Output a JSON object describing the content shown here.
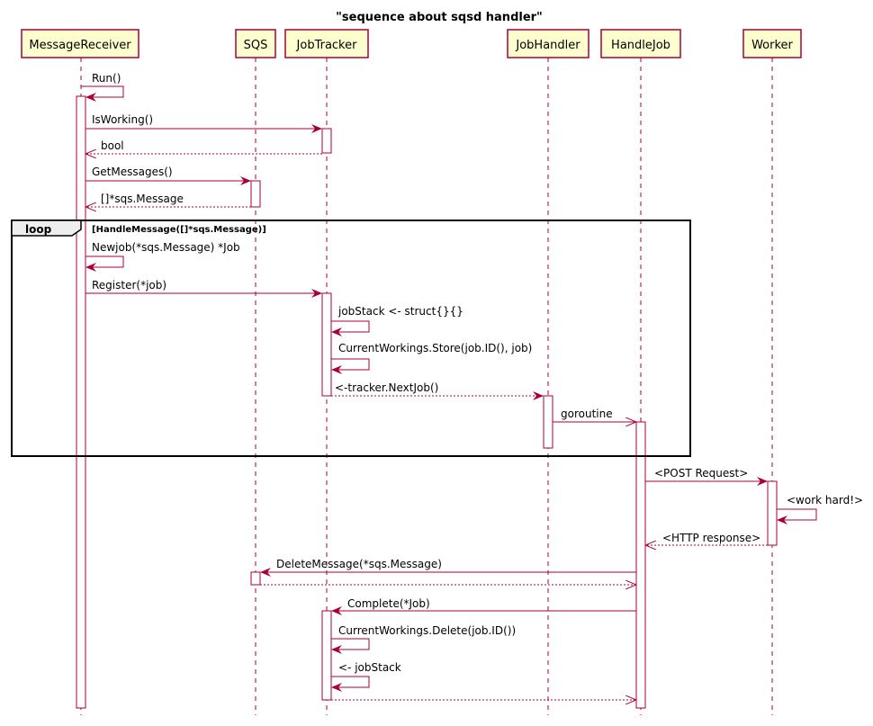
{
  "title": "\"sequence about sqsd handler\"",
  "participants": [
    {
      "id": "mr",
      "label": "MessageReceiver"
    },
    {
      "id": "sqs",
      "label": "SQS"
    },
    {
      "id": "jt",
      "label": "JobTracker"
    },
    {
      "id": "jh",
      "label": "JobHandler"
    },
    {
      "id": "hj",
      "label": "HandleJob"
    },
    {
      "id": "wk",
      "label": "Worker"
    }
  ],
  "loop": {
    "keyword": "loop",
    "guard": "[HandleMessage([]*sqs.Message)]"
  },
  "messages": [
    {
      "id": "m1",
      "label": "Run()"
    },
    {
      "id": "m2",
      "label": "IsWorking()"
    },
    {
      "id": "m3",
      "label": "bool"
    },
    {
      "id": "m4",
      "label": "GetMessages()"
    },
    {
      "id": "m5",
      "label": "[]*sqs.Message"
    },
    {
      "id": "m6",
      "label": "Newjob(*sqs.Message) *Job"
    },
    {
      "id": "m7",
      "label": "Register(*job)"
    },
    {
      "id": "m8",
      "label": "jobStack <- struct{}{}"
    },
    {
      "id": "m9",
      "label": "CurrentWorkings.Store(job.ID(), job)"
    },
    {
      "id": "m10",
      "label": "<-tracker.NextJob()"
    },
    {
      "id": "m11",
      "label": "goroutine"
    },
    {
      "id": "m12",
      "label": "<POST Request>"
    },
    {
      "id": "m13",
      "label": "<work hard!>"
    },
    {
      "id": "m14",
      "label": "<HTTP response>"
    },
    {
      "id": "m15",
      "label": "DeleteMessage(*sqs.Message)"
    },
    {
      "id": "m16",
      "label": ""
    },
    {
      "id": "m17",
      "label": "Complete(*Job)"
    },
    {
      "id": "m18",
      "label": "CurrentWorkings.Delete(job.ID())"
    },
    {
      "id": "m19",
      "label": "<- jobStack"
    },
    {
      "id": "m20",
      "label": ""
    }
  ],
  "colors": {
    "line": "#a80036",
    "participant_fill": "#fefece",
    "activation_fill": "#ffffff",
    "lifeline": "#a80036",
    "text": "#000000"
  }
}
